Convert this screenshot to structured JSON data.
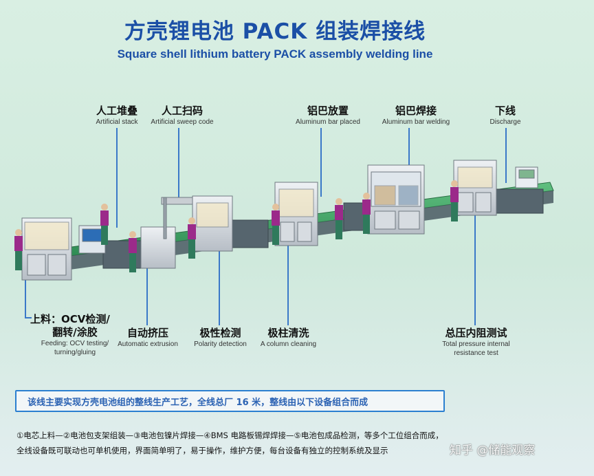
{
  "title": {
    "cn": "方壳锂电池 PACK 组装焊接线",
    "en": "Square shell lithium battery PACK assembly welding line"
  },
  "top_labels": [
    {
      "cn": "人工堆叠",
      "en": "Artificial stack"
    },
    {
      "cn": "人工扫码",
      "en": "Artificial sweep code"
    },
    {
      "cn": "铝巴放置",
      "en": "Aluminum bar placed"
    },
    {
      "cn": "铝巴焊接",
      "en": "Aluminum bar welding"
    },
    {
      "cn": "下线",
      "en": "Discharge"
    }
  ],
  "bottom_labels": [
    {
      "cn1": "上料：OCV检测/",
      "cn2": "翻转/涂胶",
      "en1": "Feeding: OCV testing/",
      "en2": "turning/gluing"
    },
    {
      "cn": "自动挤压",
      "en": "Automatic extrusion"
    },
    {
      "cn": "极性检测",
      "en": "Polarity detection"
    },
    {
      "cn": "极柱清洗",
      "en": "A column cleaning"
    },
    {
      "cn": "总压内阻测试",
      "en1": "Total pressure internal",
      "en2": "resistance test"
    }
  ],
  "summary": "该线主要实现方壳电池组的整线生产工艺，全线总厂 16 米，整线由以下设备组合而成",
  "process": {
    "line1": "①电芯上料—②电池包支架组装—③电池包镍片焊接—④BMS 电路板锡焊焊接—⑤电池包成品检测，等多个工位组合而成，",
    "line2": "全线设备既可联动也可单机使用，界面简单明了，易于操作，维护方便，每台设备有独立的控制系统及显示"
  },
  "watermark": "知乎 @储能观察",
  "colors": {
    "title": "#1b4fa6",
    "leader": "#3a78c8",
    "box_border": "#2b7fd0",
    "worker_shirt": "#9b2a8a",
    "worker_pants": "#2f7a5c"
  }
}
